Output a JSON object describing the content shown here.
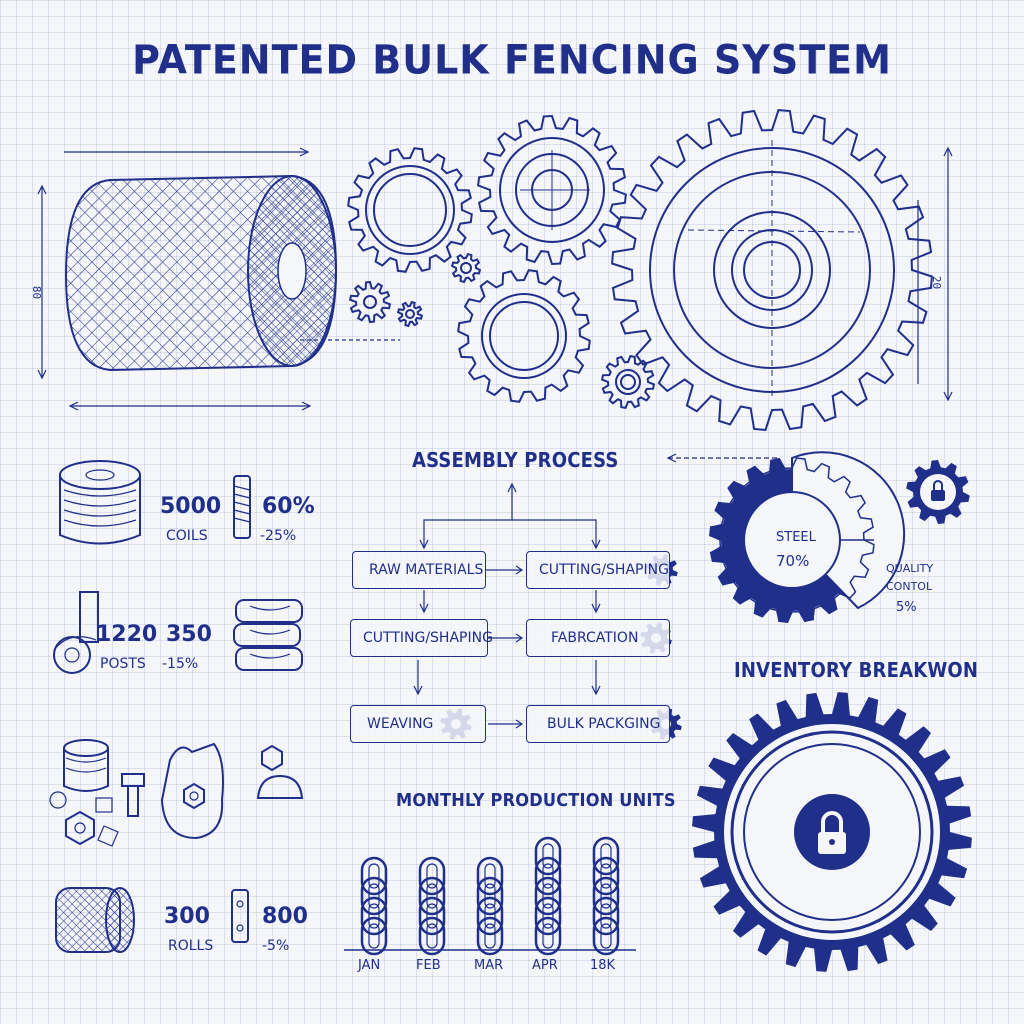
{
  "title": "PATENTED BULK FENCING SYSTEM",
  "dimensions": {
    "left": "80",
    "right": "20"
  },
  "stats": [
    {
      "value": "5000",
      "label": "COILS"
    },
    {
      "value": "60%",
      "label": "-25%"
    },
    {
      "value": "1220",
      "label": "POSTS"
    },
    {
      "value": "350",
      "label": "-15%"
    },
    {
      "value": "300",
      "label": "ROLLS"
    },
    {
      "value": "800",
      "label": "-5%"
    }
  ],
  "assembly": {
    "heading": "ASSEMBLY PROCESS",
    "steps": {
      "raw": "RAW MATERIALS",
      "cutting_top": "CUTTING/SHAPING",
      "cutting_left": "CUTTING/SHAPING",
      "fabrication": "FABRCATION",
      "weaving": "WEAVING",
      "packaging": "BULK PACKGING"
    }
  },
  "gauge": {
    "label": "STEEL",
    "value": "70%",
    "quality_label_line1": "QUALITY",
    "quality_label_line2": "CONTOL",
    "quality_value": "5%"
  },
  "inventory": {
    "heading": "INVENTORY BREAKWON"
  },
  "chart_data": {
    "type": "bar",
    "title": "MONTHLY PRODUCTION UNITS",
    "categories": [
      "JAN",
      "FEB",
      "MAR",
      "APR",
      "18K"
    ],
    "values": [
      4,
      4,
      4,
      5,
      5
    ],
    "xlabel": "",
    "ylabel": ""
  },
  "colors": {
    "ink": "#1f2f8a",
    "grid": "#c7cfe3",
    "paper": "#f4f6fa"
  }
}
